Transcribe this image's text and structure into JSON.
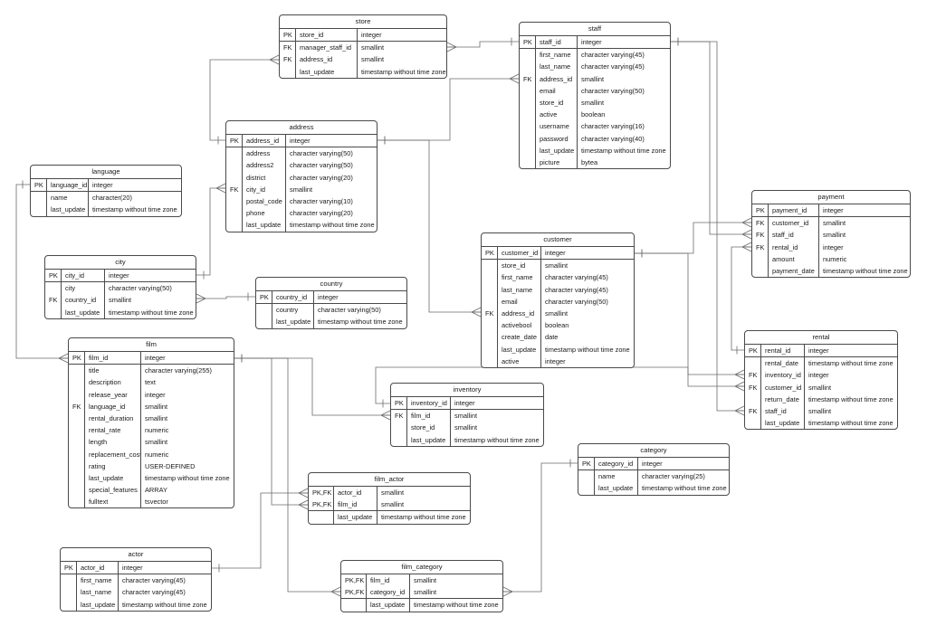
{
  "entities": [
    {
      "id": "store",
      "title": "store",
      "rows": [
        {
          "key": "PK",
          "name": "store_id",
          "type": "integer"
        },
        {
          "key": "FK",
          "name": "manager_staff_id",
          "type": "smallint"
        },
        {
          "key": "FK",
          "name": "address_id",
          "type": "smallint"
        },
        {
          "key": "",
          "name": "last_update",
          "type": "timestamp without time zone"
        }
      ]
    },
    {
      "id": "staff",
      "title": "staff",
      "rows": [
        {
          "key": "PK",
          "name": "staff_id",
          "type": "integer"
        },
        {
          "key": "",
          "name": "first_name",
          "type": "character varying(45)"
        },
        {
          "key": "",
          "name": "last_name",
          "type": "character varying(45)"
        },
        {
          "key": "FK",
          "name": "address_id",
          "type": "smallint"
        },
        {
          "key": "",
          "name": "email",
          "type": "character varying(50)"
        },
        {
          "key": "",
          "name": "store_id",
          "type": "smallint"
        },
        {
          "key": "",
          "name": "active",
          "type": "boolean"
        },
        {
          "key": "",
          "name": "username",
          "type": "character varying(16)"
        },
        {
          "key": "",
          "name": "password",
          "type": "character varying(40)"
        },
        {
          "key": "",
          "name": "last_update",
          "type": "timestamp without time zone"
        },
        {
          "key": "",
          "name": "picture",
          "type": "bytea"
        }
      ]
    },
    {
      "id": "address",
      "title": "address",
      "rows": [
        {
          "key": "PK",
          "name": "address_id",
          "type": "integer"
        },
        {
          "key": "",
          "name": "address",
          "type": "character varying(50)"
        },
        {
          "key": "",
          "name": "address2",
          "type": "character varying(50)"
        },
        {
          "key": "",
          "name": "district",
          "type": "character varying(20)"
        },
        {
          "key": "FK",
          "name": "city_id",
          "type": "smallint"
        },
        {
          "key": "",
          "name": "postal_code",
          "type": "character varying(10)"
        },
        {
          "key": "",
          "name": "phone",
          "type": "character varying(20)"
        },
        {
          "key": "",
          "name": "last_update",
          "type": "timestamp without time zone"
        }
      ]
    },
    {
      "id": "language",
      "title": "language",
      "rows": [
        {
          "key": "PK",
          "name": "language_id",
          "type": "integer"
        },
        {
          "key": "",
          "name": "name",
          "type": "character(20)"
        },
        {
          "key": "",
          "name": "last_update",
          "type": "timestamp without time zone"
        }
      ]
    },
    {
      "id": "payment",
      "title": "payment",
      "rows": [
        {
          "key": "PK",
          "name": "payment_id",
          "type": "integer"
        },
        {
          "key": "FK",
          "name": "customer_id",
          "type": "smallint"
        },
        {
          "key": "FK",
          "name": "staff_id",
          "type": "smallint"
        },
        {
          "key": "FK",
          "name": "rental_id",
          "type": "integer"
        },
        {
          "key": "",
          "name": "amount",
          "type": "numeric"
        },
        {
          "key": "",
          "name": "payment_date",
          "type": "timestamp without time zone"
        }
      ]
    },
    {
      "id": "customer",
      "title": "customer",
      "rows": [
        {
          "key": "PK",
          "name": "customer_id",
          "type": "integer"
        },
        {
          "key": "",
          "name": "store_id",
          "type": "smallint"
        },
        {
          "key": "",
          "name": "first_name",
          "type": "character varying(45)"
        },
        {
          "key": "",
          "name": "last_name",
          "type": "character varying(45)"
        },
        {
          "key": "",
          "name": "email",
          "type": "character varying(50)"
        },
        {
          "key": "FK",
          "name": "address_id",
          "type": "smallint"
        },
        {
          "key": "",
          "name": "activebool",
          "type": "boolean"
        },
        {
          "key": "",
          "name": "create_date",
          "type": "date"
        },
        {
          "key": "",
          "name": "last_update",
          "type": "timestamp without time zone"
        },
        {
          "key": "",
          "name": "active",
          "type": "integer"
        }
      ]
    },
    {
      "id": "city",
      "title": "city",
      "rows": [
        {
          "key": "PK",
          "name": "city_id",
          "type": "integer"
        },
        {
          "key": "",
          "name": "city",
          "type": "character varying(50)"
        },
        {
          "key": "FK",
          "name": "country_id",
          "type": "smallint"
        },
        {
          "key": "",
          "name": "last_update",
          "type": "timestamp without time zone"
        }
      ]
    },
    {
      "id": "country",
      "title": "country",
      "rows": [
        {
          "key": "PK",
          "name": "country_id",
          "type": "integer"
        },
        {
          "key": "",
          "name": "country",
          "type": "character varying(50)"
        },
        {
          "key": "",
          "name": "last_update",
          "type": "timestamp without time zone"
        }
      ]
    },
    {
      "id": "film",
      "title": "film",
      "rows": [
        {
          "key": "PK",
          "name": "film_id",
          "type": "integer"
        },
        {
          "key": "",
          "name": "title",
          "type": "character varying(255)"
        },
        {
          "key": "",
          "name": "description",
          "type": "text"
        },
        {
          "key": "",
          "name": "release_year",
          "type": "integer"
        },
        {
          "key": "FK",
          "name": "language_id",
          "type": "smallint"
        },
        {
          "key": "",
          "name": "rental_duration",
          "type": "smallint"
        },
        {
          "key": "",
          "name": "rental_rate",
          "type": "numeric"
        },
        {
          "key": "",
          "name": "length",
          "type": "smallint"
        },
        {
          "key": "",
          "name": "replacement_cost",
          "type": "numeric"
        },
        {
          "key": "",
          "name": "rating",
          "type": "USER-DEFINED"
        },
        {
          "key": "",
          "name": "last_update",
          "type": "timestamp without time zone"
        },
        {
          "key": "",
          "name": "special_features",
          "type": "ARRAY"
        },
        {
          "key": "",
          "name": "fulltext",
          "type": "tsvector"
        }
      ]
    },
    {
      "id": "rental",
      "title": "rental",
      "rows": [
        {
          "key": "PK",
          "name": "rental_id",
          "type": "integer"
        },
        {
          "key": "",
          "name": "rental_date",
          "type": "timestamp without time zone"
        },
        {
          "key": "FK",
          "name": "inventory_id",
          "type": "integer"
        },
        {
          "key": "FK",
          "name": "customer_id",
          "type": "smallint"
        },
        {
          "key": "",
          "name": "return_date",
          "type": "timestamp without time zone"
        },
        {
          "key": "FK",
          "name": "staff_id",
          "type": "smallint"
        },
        {
          "key": "",
          "name": "last_update",
          "type": "timestamp without time zone"
        }
      ]
    },
    {
      "id": "inventory",
      "title": "inventory",
      "rows": [
        {
          "key": "PK",
          "name": "inventory_id",
          "type": "integer"
        },
        {
          "key": "FK",
          "name": "film_id",
          "type": "smallint"
        },
        {
          "key": "",
          "name": "store_id",
          "type": "smallint"
        },
        {
          "key": "",
          "name": "last_update",
          "type": "timestamp without time zone"
        }
      ]
    },
    {
      "id": "category",
      "title": "category",
      "rows": [
        {
          "key": "PK",
          "name": "category_id",
          "type": "integer"
        },
        {
          "key": "",
          "name": "name",
          "type": "character varying(25)"
        },
        {
          "key": "",
          "name": "last_update",
          "type": "timestamp without time zone"
        }
      ]
    },
    {
      "id": "film_actor",
      "title": "film_actor",
      "rows": [
        {
          "key": "PK,FK",
          "name": "actor_id",
          "type": "smallint"
        },
        {
          "key": "PK,FK",
          "name": "film_id",
          "type": "smallint"
        },
        {
          "key": "",
          "name": "last_update",
          "type": "timestamp without time zone"
        }
      ]
    },
    {
      "id": "actor",
      "title": "actor",
      "rows": [
        {
          "key": "PK",
          "name": "actor_id",
          "type": "integer"
        },
        {
          "key": "",
          "name": "first_name",
          "type": "character varying(45)"
        },
        {
          "key": "",
          "name": "last_name",
          "type": "character varying(45)"
        },
        {
          "key": "",
          "name": "last_update",
          "type": "timestamp without time zone"
        }
      ]
    },
    {
      "id": "film_category",
      "title": "film_category",
      "rows": [
        {
          "key": "PK,FK",
          "name": "film_id",
          "type": "smallint"
        },
        {
          "key": "PK,FK",
          "name": "category_id",
          "type": "smallint"
        },
        {
          "key": "",
          "name": "last_update",
          "type": "timestamp without time zone"
        }
      ]
    }
  ],
  "relationships": [
    {
      "from": "store",
      "to": "staff"
    },
    {
      "from": "staff",
      "to": "address"
    },
    {
      "from": "store",
      "to": "address"
    },
    {
      "from": "address",
      "to": "city"
    },
    {
      "from": "city",
      "to": "country"
    },
    {
      "from": "customer",
      "to": "address"
    },
    {
      "from": "customer",
      "to": "payment"
    },
    {
      "from": "staff",
      "to": "payment"
    },
    {
      "from": "rental",
      "to": "payment"
    },
    {
      "from": "rental",
      "to": "customer"
    },
    {
      "from": "rental",
      "to": "inventory"
    },
    {
      "from": "rental",
      "to": "staff"
    },
    {
      "from": "inventory",
      "to": "film"
    },
    {
      "from": "film",
      "to": "language"
    },
    {
      "from": "film_actor",
      "to": "film"
    },
    {
      "from": "film_actor",
      "to": "actor"
    },
    {
      "from": "film_category",
      "to": "film"
    },
    {
      "from": "film_category",
      "to": "category"
    }
  ],
  "colors": {
    "border": "#4a4a4a",
    "line": "#6b6b6b",
    "text": "#1a1a1a",
    "background": "#ffffff"
  }
}
